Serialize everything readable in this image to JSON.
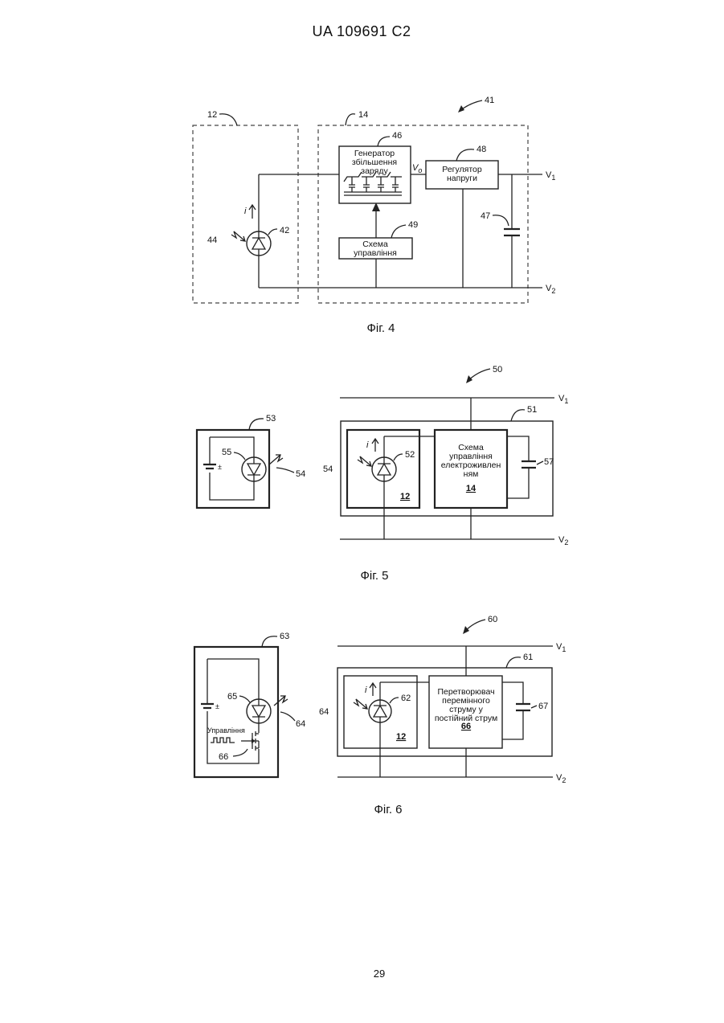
{
  "header": "UA 109691 C2",
  "page_number": "29",
  "fig4": {
    "caption": "Фіг. 4",
    "ref_main": "41",
    "ref_left_box": "12",
    "ref_right_box": "14",
    "ref_photodiode": "42",
    "ref_light": "44",
    "ref_pump": "46",
    "ref_capacitor": "47",
    "ref_regulator": "48",
    "ref_control": "49",
    "current_label": "i",
    "pump_lines": [
      "Генератор",
      "збільшення",
      "заряду"
    ],
    "regulator_lines": [
      "Регулятор",
      "напруги"
    ],
    "control_lines": [
      "Схема",
      "управління"
    ],
    "vo_label": "V",
    "vo_sub": "o",
    "v1_label": "V",
    "v1_sub": "1",
    "v2_label": "V",
    "v2_sub": "2"
  },
  "fig5": {
    "caption": "Фіг. 5",
    "ref_main": "50",
    "ref_outer": "51",
    "ref_photodiode": "52",
    "ref_source_box": "53",
    "ref_light_out": "54",
    "ref_light_in": "54",
    "ref_led": "55",
    "ref_capacitor": "57",
    "current_label": "i",
    "battery_sign": "±",
    "pd_box_label": "12",
    "power_lines": [
      "Схема",
      "управління",
      "електроживлен",
      "ням"
    ],
    "power_ref": "14",
    "v1_label": "V",
    "v1_sub": "1",
    "v2_label": "V",
    "v2_sub": "2"
  },
  "fig6": {
    "caption": "Фіг. 6",
    "ref_main": "60",
    "ref_outer": "61",
    "ref_photodiode": "62",
    "ref_source_box": "63",
    "ref_light_out": "64",
    "ref_light_in": "64",
    "ref_led": "65",
    "ref_transistor": "66",
    "ref_capacitor": "67",
    "current_label": "i",
    "battery_sign": "±",
    "control_label": "Управління",
    "pd_box_label": "12",
    "converter_lines": [
      "Перетворювач",
      "перемінного",
      "струму у",
      "постійний струм"
    ],
    "converter_ref": "66",
    "v1_label": "V",
    "v1_sub": "1",
    "v2_label": "V",
    "v2_sub": "2"
  }
}
